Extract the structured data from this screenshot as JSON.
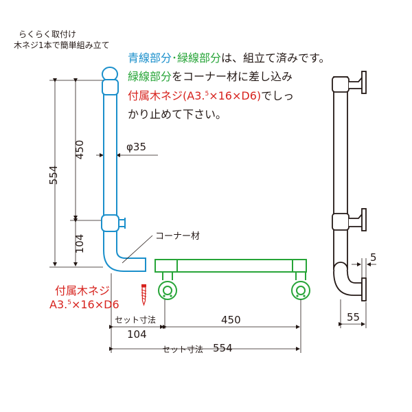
{
  "caption": {
    "line1": "らくらく取付け",
    "line2": "木ネジ1本で簡単組み立て"
  },
  "note": {
    "blue_part": "青線部分",
    "dot": "･",
    "green_part": "緑線部分",
    "line1_rest": "は、組立て済みです。",
    "line2_green": "緑線部分",
    "line2_rest": "をコーナー材に差し込み",
    "line3_red": "付属木ネジ(A3.",
    "line3_red_sup": "5",
    "line3_red_rest": "×16×D6)",
    "line3_rest": "でしっ",
    "line4": "かり止めて下さい。"
  },
  "dims": {
    "total_height": "554",
    "upper_height": "450",
    "lower_height": "104",
    "diameter": "φ35",
    "bottom_left_label": "セット寸法",
    "bottom_left_value": "104",
    "bottom_right_value": "450",
    "bottom_total_label": "セット寸法",
    "bottom_total_value": "554",
    "side_offset": "5",
    "side_depth": "55"
  },
  "labels": {
    "corner": "コーナー材",
    "screw_title": "付属木ネジ",
    "screw_spec_a": "A3.",
    "screw_spec_sup": "5",
    "screw_spec_b": "×16×D6"
  },
  "colors": {
    "blue": "#1a8fcb",
    "green": "#26a437",
    "red": "#d7231e",
    "line": "#231815"
  }
}
